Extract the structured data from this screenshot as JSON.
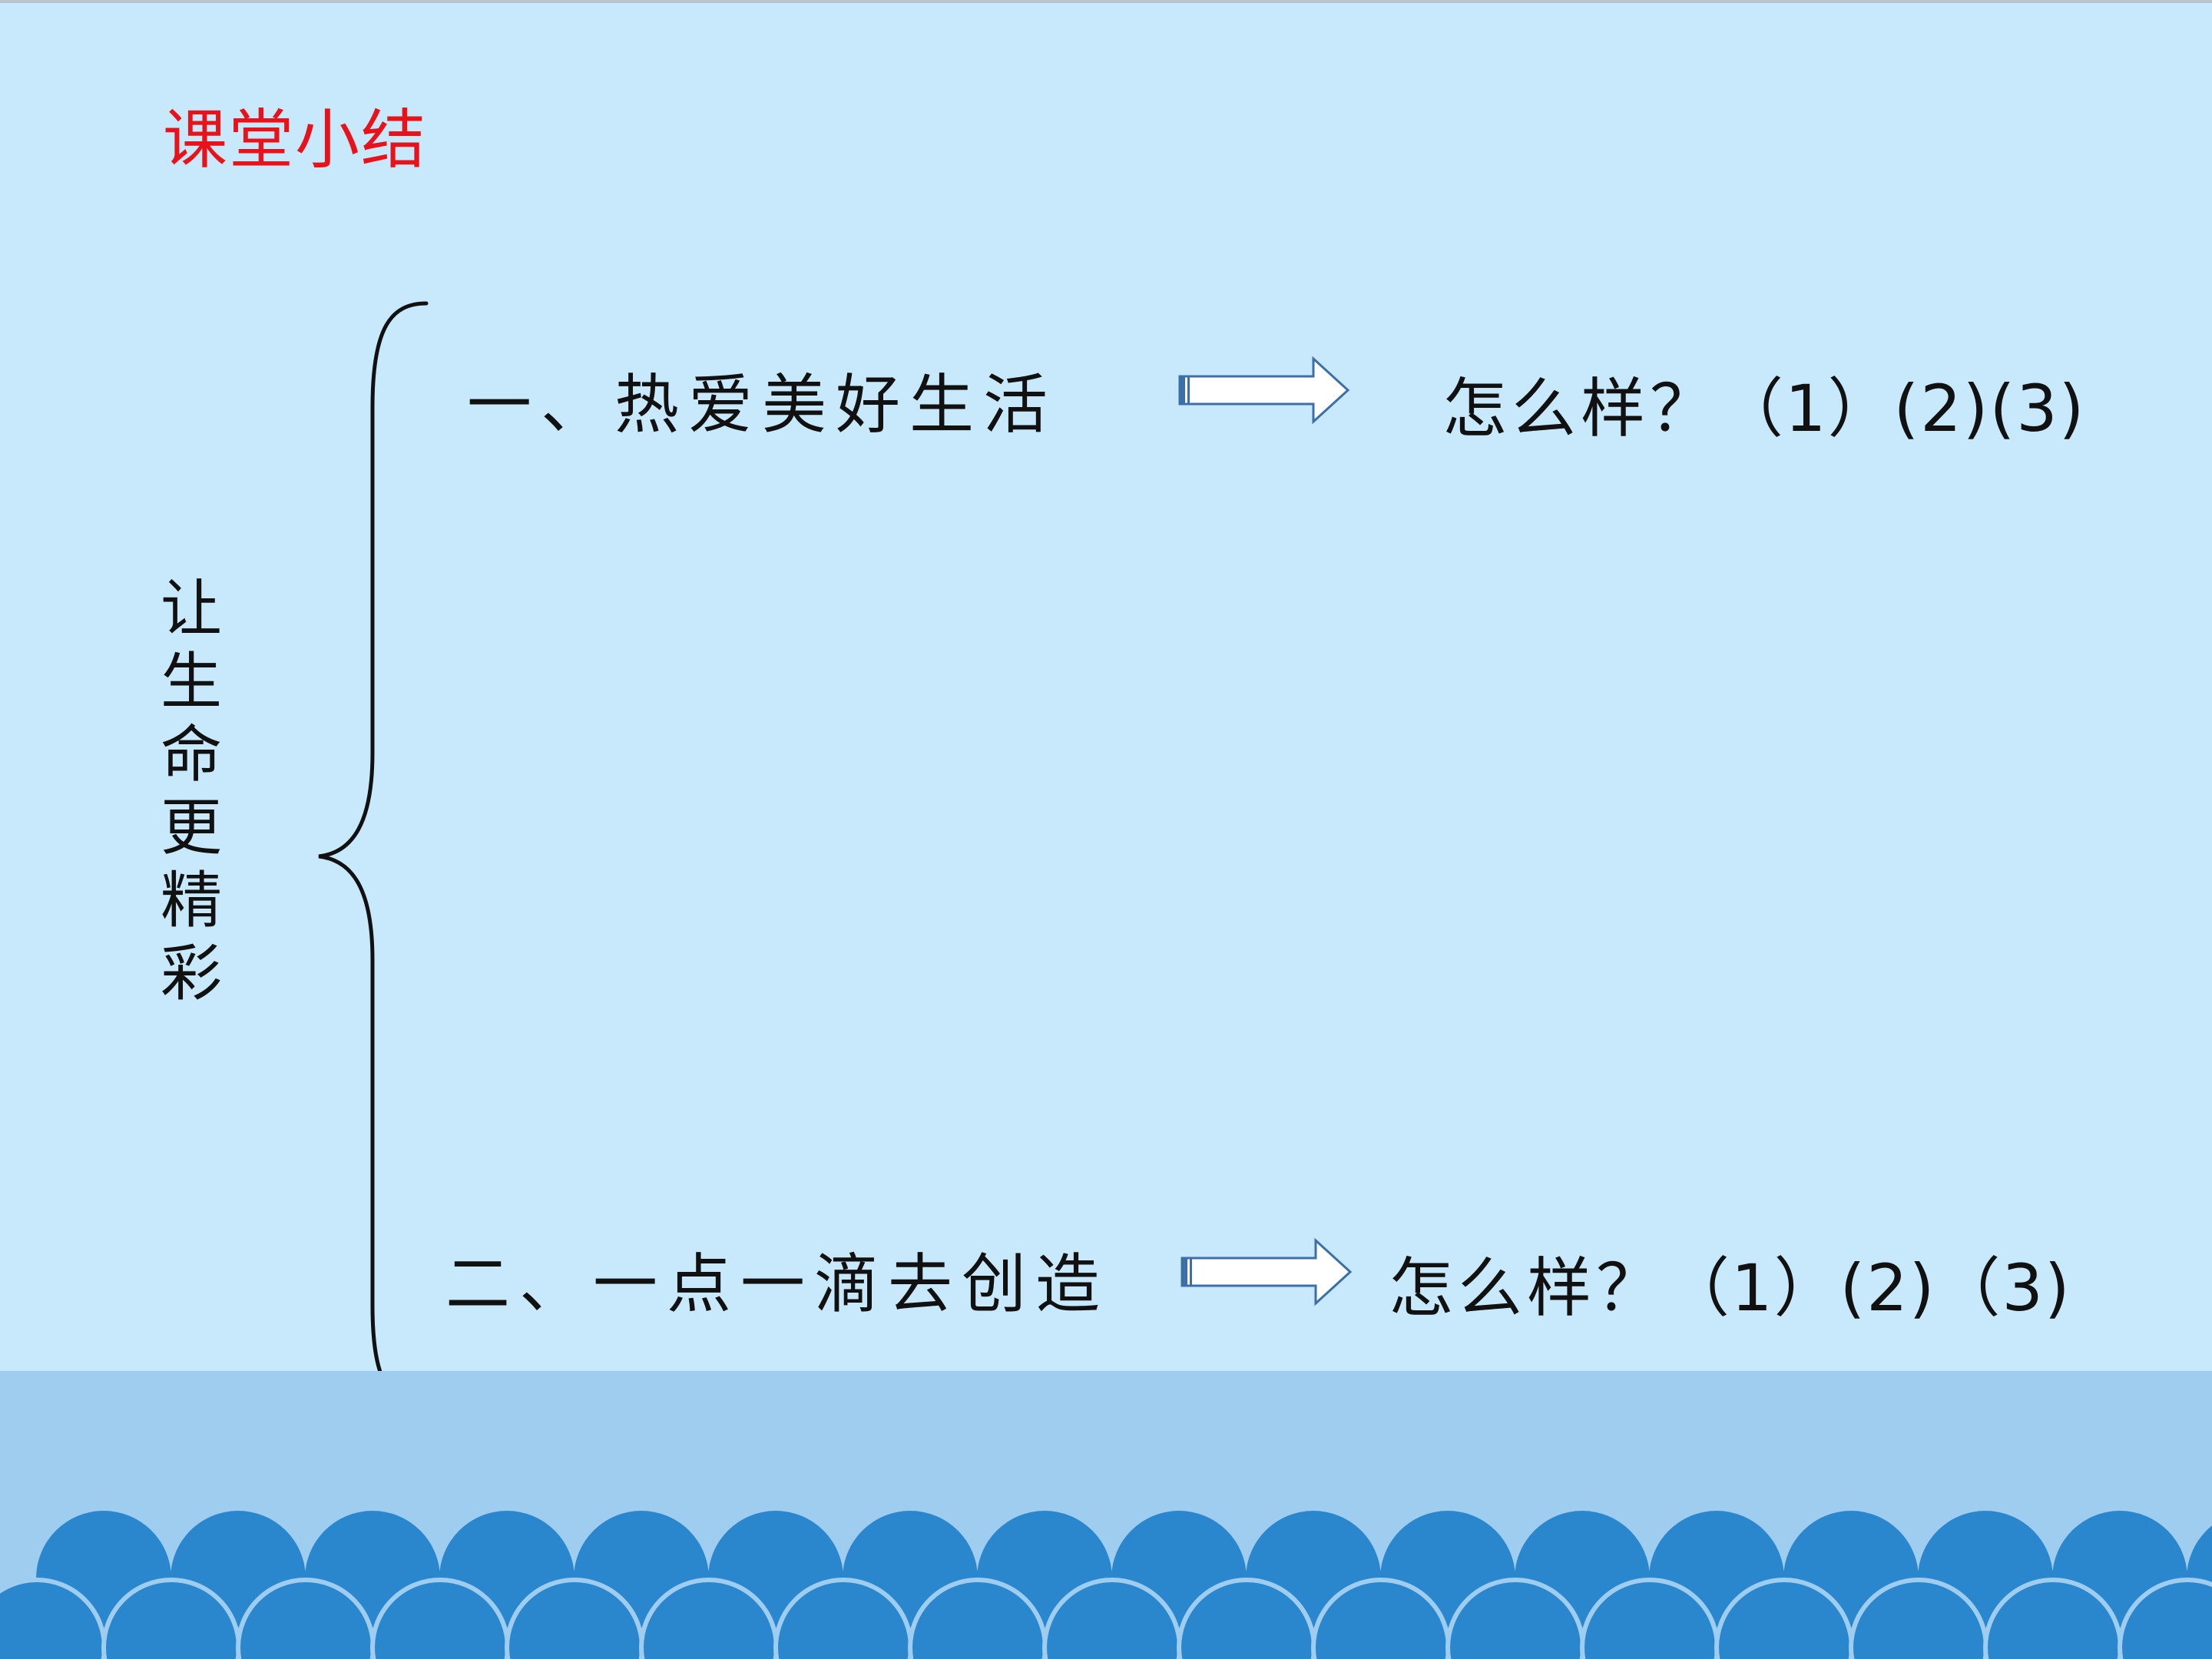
{
  "slide": {
    "title": "课堂小结",
    "vertical_label": [
      "让",
      "生",
      "命",
      "更",
      "精",
      "彩"
    ],
    "items": [
      {
        "text": "一、热爱美好生活",
        "answer_question": "怎么样？",
        "answer_marks": "（1）(2)(3)"
      },
      {
        "text": "二、一点一滴去创造",
        "answer_question": "怎么样？",
        "answer_marks": "（1）(2)（3)"
      }
    ],
    "colors": {
      "background": "#c8e9fb",
      "title": "#e8131a",
      "water": "#9fcdf0",
      "waves": "#2b87cd",
      "arrow_stroke": "#3b6fa8"
    }
  }
}
